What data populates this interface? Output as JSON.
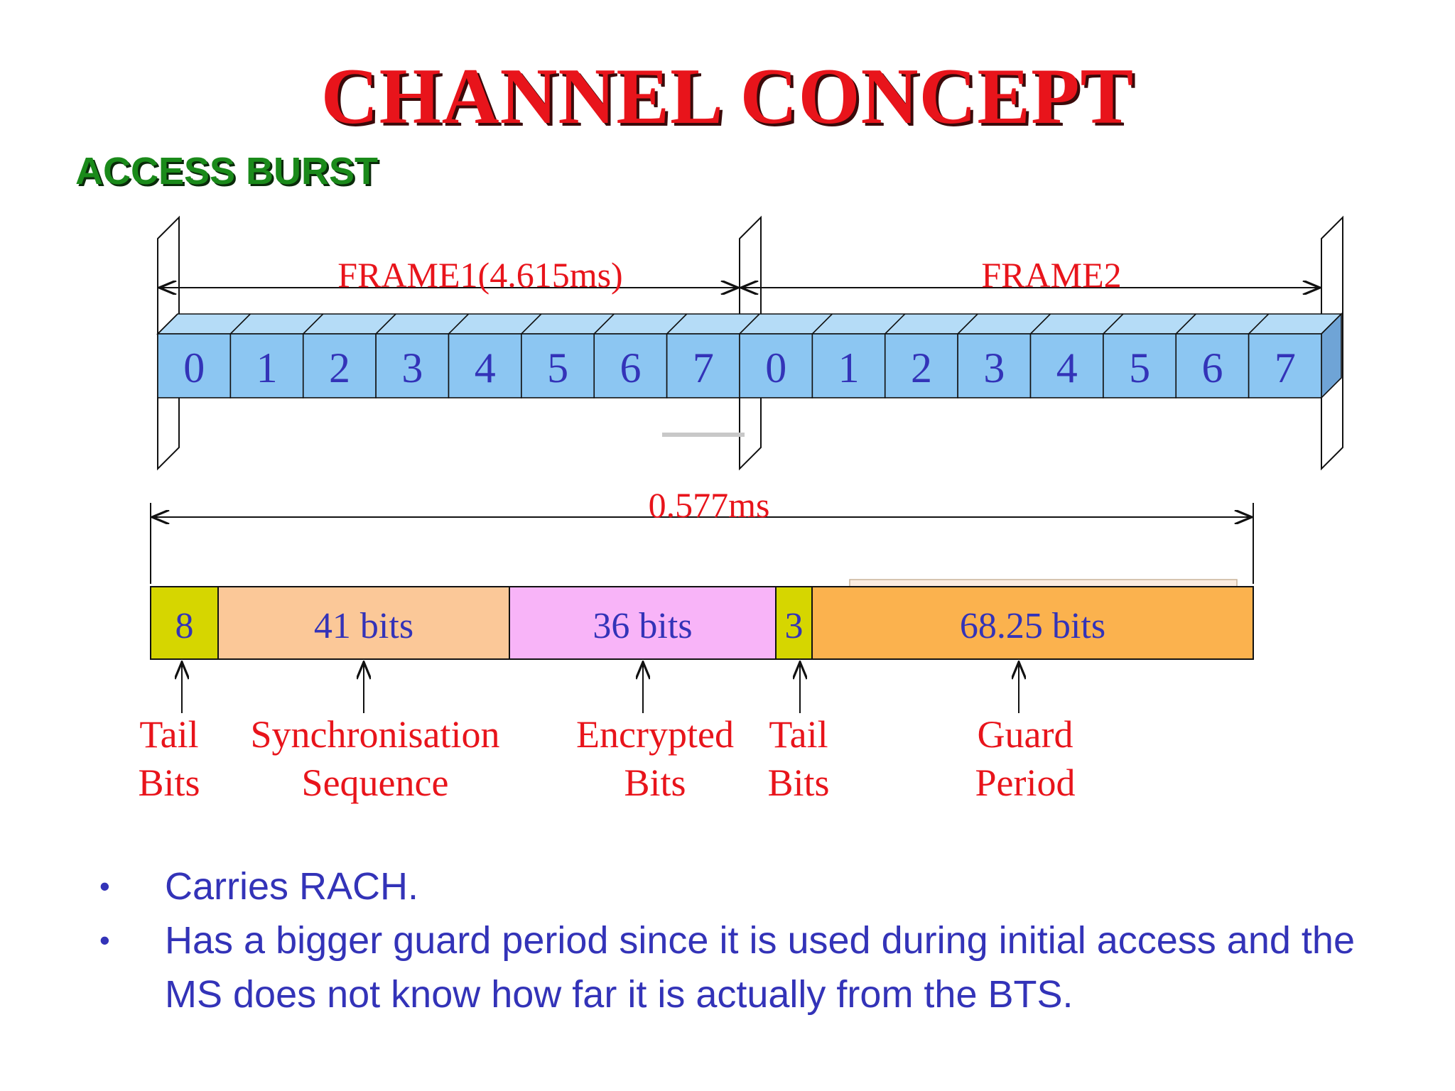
{
  "title": "CHANNEL CONCEPT",
  "subtitle": "ACCESS BURST",
  "colors": {
    "title": "#e8141b",
    "subtitle": "#1a8a1a",
    "label_red": "#e8141b",
    "number_blue": "#3333b8",
    "slot_fill": "#8cc6f2",
    "slot_top": "#b5dcf7",
    "tail_fill": "#d6d600",
    "sync_fill": "#fbc898",
    "encrypted_fill": "#f8b4f8",
    "guard_fill": "#fbb24e"
  },
  "frames": [
    {
      "label": "FRAME1(4.615ms)",
      "slots": [
        "0",
        "1",
        "2",
        "3",
        "4",
        "5",
        "6",
        "7"
      ]
    },
    {
      "label": "FRAME2",
      "slots": [
        "0",
        "1",
        "2",
        "3",
        "4",
        "5",
        "6",
        "7"
      ]
    }
  ],
  "burst_duration": "0.577ms",
  "burst_fields": [
    {
      "value": "8",
      "label_line1": "Tail",
      "label_line2": "Bits"
    },
    {
      "value": "41 bits",
      "label_line1": "Synchronisation",
      "label_line2": "Sequence"
    },
    {
      "value": "36 bits",
      "label_line1": "Encrypted",
      "label_line2": "Bits"
    },
    {
      "value": "3",
      "label_line1": "Tail",
      "label_line2": "Bits"
    },
    {
      "value": "68.25 bits",
      "label_line1": "Guard",
      "label_line2": "Period"
    }
  ],
  "bullets": [
    "Carries RACH.",
    "Has a bigger guard period since it is used during initial access and the MS does not know how far it is actually from the BTS."
  ]
}
